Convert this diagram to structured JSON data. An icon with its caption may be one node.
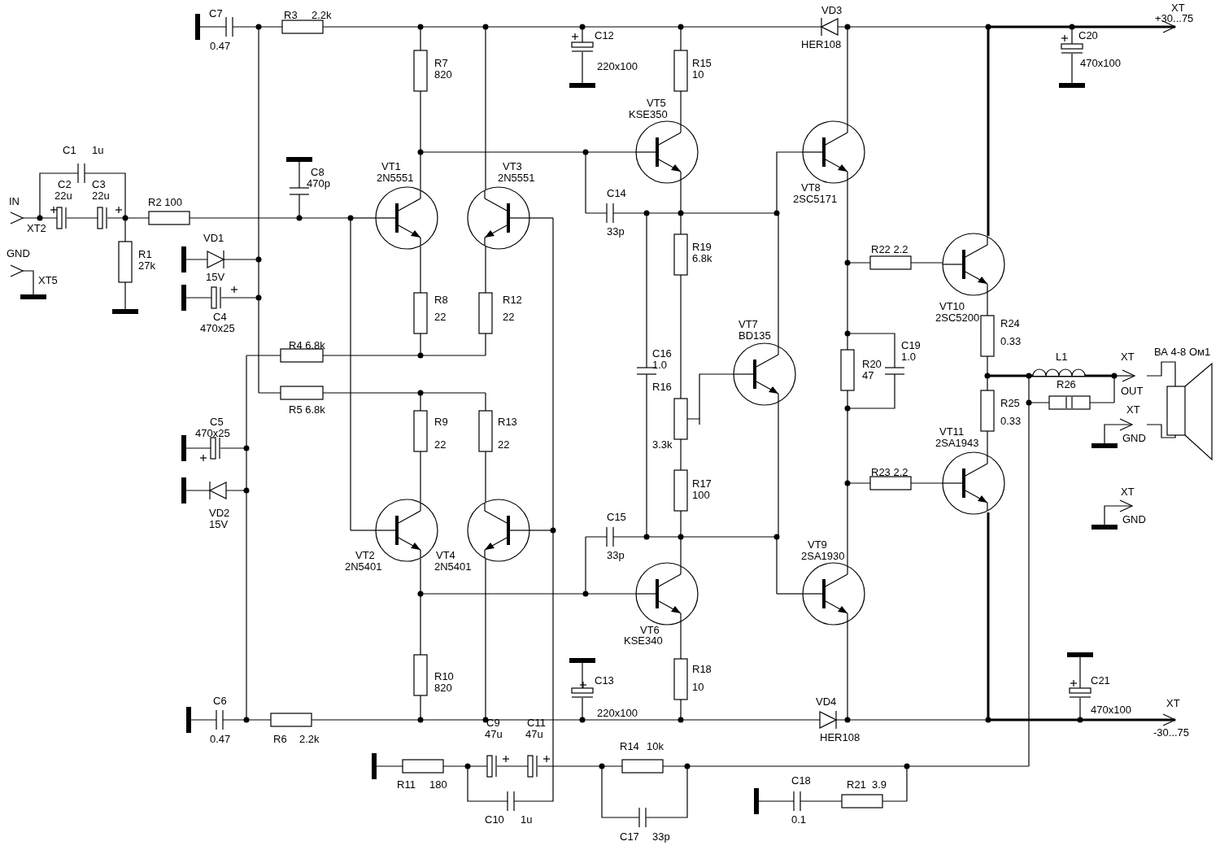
{
  "diagram": {
    "labels": [
      "C7",
      "0.47",
      "R3",
      "2.2k",
      "VD3",
      "HER108",
      "XT",
      "+30...75",
      "C12",
      "220x100",
      "R7",
      "820",
      "R15",
      "10",
      "VT5",
      "KSE350",
      "C20",
      "470x100",
      "C1",
      "1u",
      "C2",
      "22u",
      "C3",
      "22u",
      "IN",
      "XT2",
      "R2 100",
      "C8",
      "470p",
      "VT1",
      "2N5551",
      "VT3",
      "2N5551",
      "C14",
      "33p",
      "VT8",
      "2SC5171",
      "GND",
      "XT5",
      "R1",
      "27k",
      "VD1",
      "15V",
      "C4",
      "470x25",
      "R19",
      "6.8k",
      "R22 2.2",
      "VT10",
      "2SC5200",
      "R8",
      "22",
      "R12",
      "22",
      "R24",
      "0.33",
      "R4 6.8k",
      "C16",
      "1.0",
      "VT7",
      "BD135",
      "R20",
      "47",
      "C19",
      "1.0",
      "L1",
      "XT",
      "ВА 4-8 Ом1",
      "R26",
      "OUT",
      "R5 6.8k",
      "R16",
      "R25",
      "0.33",
      "XT",
      "C5",
      "470x25",
      "R9",
      "22",
      "R13",
      "22",
      "3.3k",
      "VT11",
      "2SA1943",
      "GND",
      "R17",
      "100",
      "R23 2.2",
      "XT",
      "VD2",
      "15V",
      "C15",
      "GND",
      "VT2",
      "2N5401",
      "VT4",
      "2N5401",
      "33p",
      "VT9",
      "2SA1930",
      "VT6",
      "KSE340",
      "R18",
      "10",
      "R10",
      "820",
      "C13",
      "220x100",
      "C21",
      "470x100",
      "C6",
      "0.47",
      "R6",
      "2.2k",
      "VD4",
      "HER108",
      "XT",
      "-30...75",
      "C9",
      "47u",
      "C11",
      "47u",
      "R14",
      "10k",
      "R11",
      "180",
      "C18",
      "0.1",
      "R21",
      "3.9",
      "C10",
      "1u",
      "C17",
      "33p"
    ]
  }
}
